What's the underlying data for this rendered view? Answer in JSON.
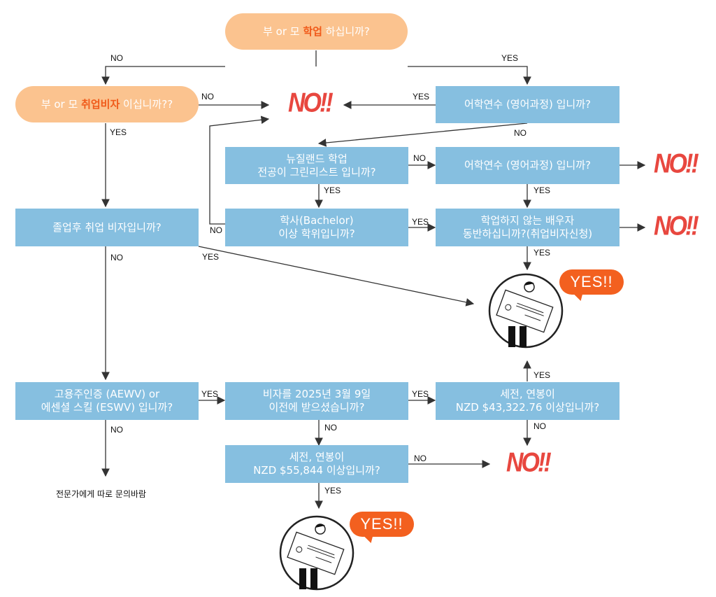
{
  "colors": {
    "box": "#86bfe0",
    "pill": "#fbc38f",
    "highlight": "#f05a1a",
    "no": "#e8473f",
    "yes_bubble": "#f3601f",
    "line": "#333333"
  },
  "nodes": {
    "q_parent_study": {
      "pre": "부 or 모 ",
      "hl": "학업",
      "post": " 하십니까?"
    },
    "q_parent_work_visa": {
      "pre": "부 or 모 ",
      "hl": "취업비자",
      "post": " 이십니까??"
    },
    "q_language_course_1": {
      "text": "어학연수 (영어과정) 입니까?"
    },
    "q_nz_greenlist": {
      "line1": "뉴질랜드 학업",
      "line2": "전공이 그린리스트 입니까?"
    },
    "q_language_course_2": {
      "text": "어학연수 (영어과정) 입니까?"
    },
    "q_bachelor": {
      "line1": "학사(Bachelor)",
      "line2": "이상 학위입니까?"
    },
    "q_spouse": {
      "line1": "학업하지 않는 배우자",
      "line2": "동반하십니까?(취업비자신청)"
    },
    "q_post_study_visa": {
      "text": "졸업후 취업 비자입니까?"
    },
    "q_aewv": {
      "line1": "고용주인증 (AEWV) or",
      "line2": "에센셜 스킬 (ESWV) 입니까?"
    },
    "q_visa_date": {
      "line1": "비자를 2025년 3월 9일",
      "line2": "이전에 받으셨습니까?"
    },
    "q_salary_43k": {
      "line1": "세전, 연봉이",
      "line2": "NZD $43,322.76 이상입니까?"
    },
    "q_salary_55k": {
      "line1": "세전, 연봉이",
      "line2": "NZD $55,844 이상입니까?"
    }
  },
  "outcomes": {
    "no_text": "NO!!",
    "yes_text": "YES!!",
    "consult_expert": "전문가에게 따로 문의바람"
  },
  "labels": {
    "no": "NO",
    "yes": "YES"
  }
}
